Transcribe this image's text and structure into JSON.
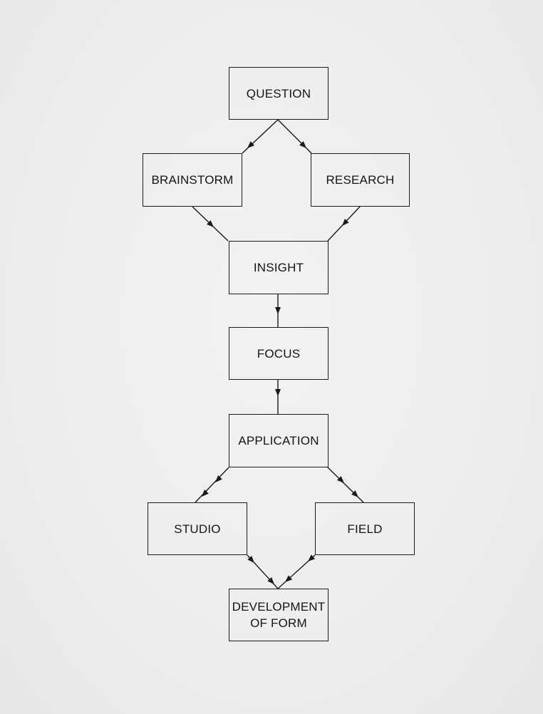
{
  "diagram": {
    "nodes": {
      "question": "QUESTION",
      "brainstorm": "BRAINSTORM",
      "research": "RESEARCH",
      "insight": "INSIGHT",
      "focus": "FOCUS",
      "application": "APPLICATION",
      "studio": "STUDIO",
      "field": "FIELD",
      "development_line1": "DEVELOPMENT",
      "development_line2": "OF FORM"
    },
    "edges": [
      {
        "from": "question",
        "to": "brainstorm"
      },
      {
        "from": "question",
        "to": "research"
      },
      {
        "from": "brainstorm",
        "to": "insight"
      },
      {
        "from": "research",
        "to": "insight"
      },
      {
        "from": "insight",
        "to": "focus"
      },
      {
        "from": "focus",
        "to": "application"
      },
      {
        "from": "application",
        "to": "studio"
      },
      {
        "from": "application",
        "to": "field"
      },
      {
        "from": "studio",
        "to": "development"
      },
      {
        "from": "field",
        "to": "development"
      }
    ]
  }
}
